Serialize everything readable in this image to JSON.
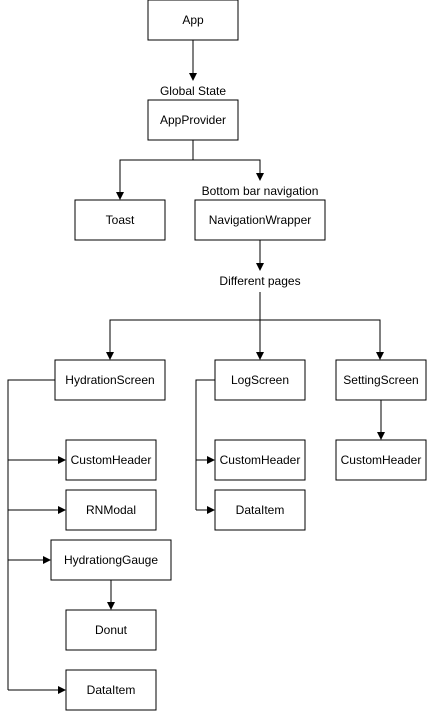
{
  "nodes": {
    "app": "App",
    "app_provider": "AppProvider",
    "toast": "Toast",
    "navigation_wrapper": "NavigationWrapper",
    "hydration_screen": "HydrationScreen",
    "log_screen": "LogScreen",
    "setting_screen": "SettingScreen",
    "hydration_custom_header": "CustomHeader",
    "rn_modal": "RNModal",
    "hydration_gauge": "HydrationgGauge",
    "donut": "Donut",
    "hydration_data_item": "DataItem",
    "log_custom_header": "CustomHeader",
    "log_data_item": "DataItem",
    "setting_custom_header": "CustomHeader"
  },
  "edge_labels": {
    "global_state": "Global State",
    "bottom_bar_navigation": "Bottom bar navigation",
    "different_pages": "Different pages"
  },
  "colors": {
    "stroke": "#000000",
    "fill": "#ffffff",
    "text": "#000000"
  }
}
